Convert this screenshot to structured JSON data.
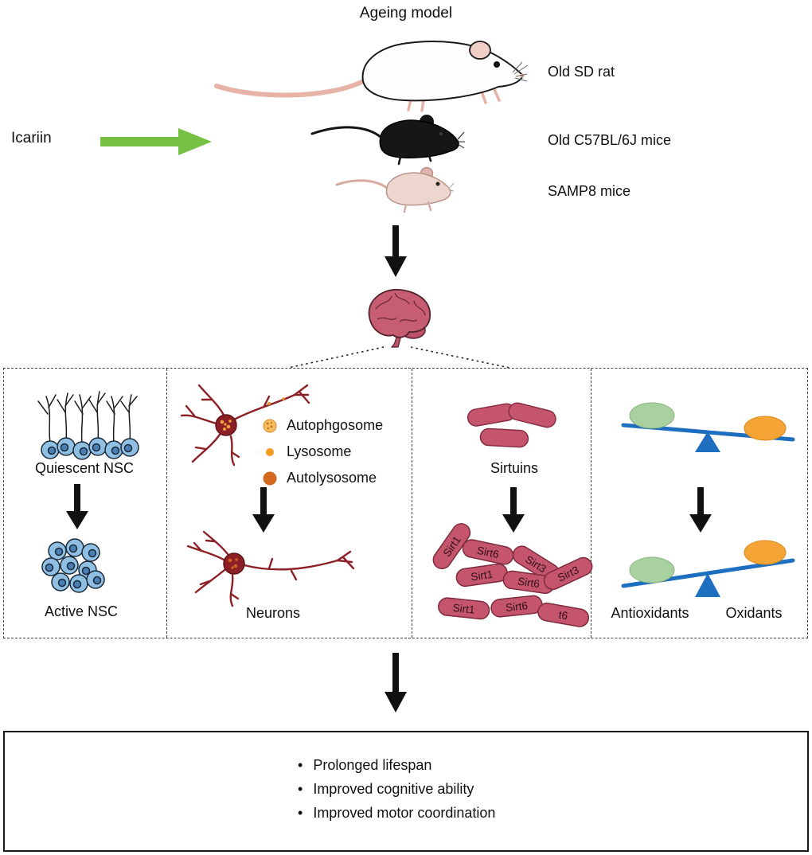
{
  "title": "Ageing model",
  "icariin": {
    "label": "Icariin"
  },
  "models": [
    {
      "name": "Old SD rat"
    },
    {
      "name": "Old C57BL/6J mice"
    },
    {
      "name": "SAMP8 mice"
    }
  ],
  "panels": {
    "nsc": {
      "top_label": "Quiescent NSC",
      "bottom_label": "Active NSC"
    },
    "autophagy": {
      "legend": [
        {
          "label": "Autophgosome"
        },
        {
          "label": "Lysosome"
        },
        {
          "label": "Autolysosome"
        }
      ],
      "bottom_label": "Neurons"
    },
    "sirtuins": {
      "top_label": "Sirtuins",
      "capsule_labels": [
        "Sirt1",
        "Sirt6",
        "Sirt3",
        "Sirt1",
        "Sirt6",
        "Sirt3",
        "Sirt1",
        "Sirt6",
        "t6"
      ]
    },
    "redox": {
      "left_label": "Antioxidants",
      "right_label": "Oxidants"
    }
  },
  "outcomes": [
    "Prolonged lifespan",
    "Improved cognitive ability",
    "Improved motor coordination"
  ],
  "icons": {
    "icariin_arrow": "green-right-arrow-icon",
    "model_icons": [
      "white-rat-icon",
      "black-mouse-icon",
      "tan-mouse-icon"
    ],
    "flow_arrow": "black-down-arrow-icon",
    "brain": "brain-icon",
    "quiescent_nsc": "blue-cells-with-processes-icon",
    "active_nsc": "blue-cell-cluster-icon",
    "neuron": "dark-red-neuron-icon",
    "autophagosome": "speckled-orange-circle-icon",
    "lysosome": "small-orange-dot-icon",
    "autolysosome": "dark-orange-circle-icon",
    "sirtuin_capsule": "rose-pill-icon",
    "balance": "blue-seesaw-icon"
  },
  "colors": {
    "icariin_arrow": "#76c043",
    "flow_arrow": "#111111",
    "brain": "#c75d73",
    "neuron": "#8d2026",
    "nsc_cell": "#8fbfe3",
    "nsc_nucleus": "#4a7fb5",
    "sirtuin_capsule": "#c4556c",
    "seesaw": "#1e6fc0",
    "antioxidant_ellipse": "#a9d1a0",
    "oxidant_ellipse": "#f5a535",
    "autophagosome": "#f5bc5e",
    "lysosome": "#f59a23",
    "autolysosome": "#d2691e"
  }
}
